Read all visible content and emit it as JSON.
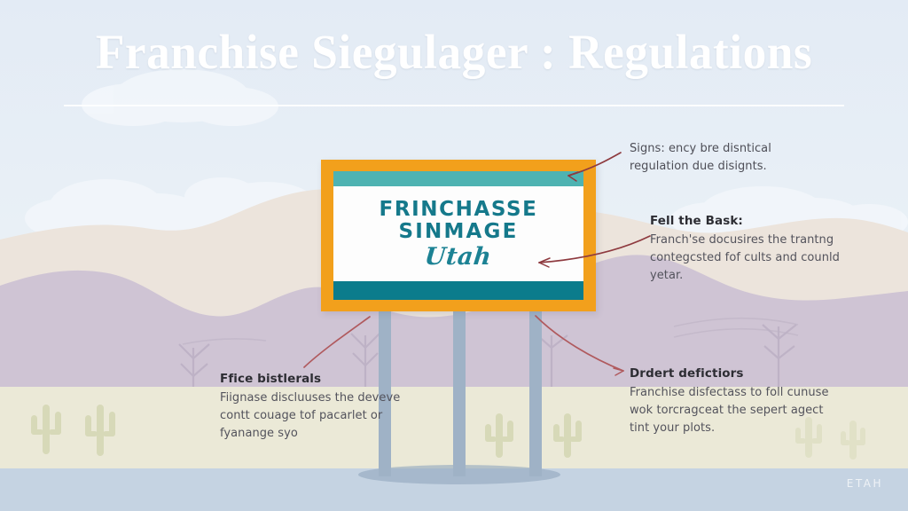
{
  "header": {
    "title": "Franchise Siegulager : Regulations"
  },
  "billboard": {
    "line1": "FRINCHASSE",
    "line2": "SINMAGE",
    "script": "Utah",
    "frame_color": "#F2A01C",
    "band_top_color": "#4EB3B2",
    "band_bottom_color": "#0B7C8C",
    "text_color": "#15798B"
  },
  "annotations": [
    {
      "id": "annot-top-right",
      "heading": "",
      "body": "Signs: ency bre disntical regulation due disignts."
    },
    {
      "id": "annot-mid-right",
      "heading": "Fell the Bask:",
      "body": "Franch'se docusires the trantng contegcsted fof cults and counld yetar."
    },
    {
      "id": "annot-bot-left",
      "heading": "Ffice bistlerals",
      "body": "Fiignase  discluuses the deveve contt couage tof pacarlet or fyanange syo"
    },
    {
      "id": "annot-bot-right",
      "heading": "Drdert defictiors",
      "body": "Franchise disfectass to foll cunuse wok torcragceat the sepert agect tint your plots."
    }
  ],
  "scene": {
    "watermark": "ETAH",
    "sky_color": "#e7eef5",
    "mountain_far_color": "#ece4dc",
    "mountain_near_color": "#cfc4d4",
    "ground_color": "#ebe9d7",
    "foreground_color": "#c5d3e2",
    "leader_line_color": "#8e3a3f",
    "post_color": "#9FB2C6"
  }
}
